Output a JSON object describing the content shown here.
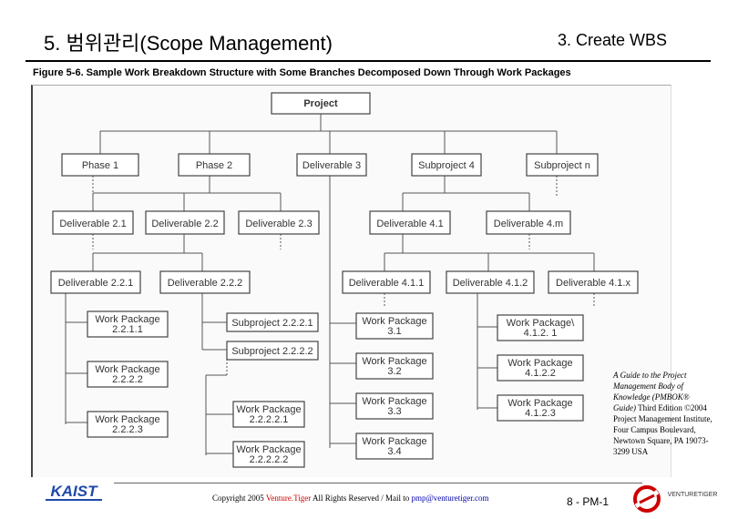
{
  "header": {
    "title_left": "5. 범위관리(Scope Management)",
    "title_right": "3. Create WBS",
    "figure_caption": "Figure 5-6. Sample Work Breakdown Structure with Some Branches Decomposed Down Through Work Packages"
  },
  "wbs": {
    "root": "Project",
    "phase_1": "Phase 1",
    "phase_2": "Phase 2",
    "deliverable_3": "Deliverable 3",
    "subproject_4": "Subproject 4",
    "subproject_n": "Subproject n",
    "deliverable_2_1": "Deliverable 2.1",
    "deliverable_2_2": "Deliverable 2.2",
    "deliverable_2_3": "Deliverable 2.3",
    "deliverable_4_1": "Deliverable 4.1",
    "deliverable_4_m": "Deliverable 4.m",
    "deliverable_2_2_1": "Deliverable 2.2.1",
    "deliverable_2_2_2": "Deliverable 2.2.2",
    "deliverable_4_1_1": "Deliverable 4.1.1",
    "deliverable_4_1_2": "Deliverable 4.1.2",
    "deliverable_4_1_x": "Deliverable 4.1.x",
    "work_package_label": "Work Package",
    "wp_2_2_1_1": "2.2.1.1",
    "wp_2_2_2_2": "2.2.2.2",
    "wp_2_2_2_3": "2.2.2.3",
    "subproject_2_2_2_1": "Subproject 2.2.2.1",
    "subproject_2_2_2_2": "Subproject 2.2.2.2",
    "wp_2_2_2_2_1": "2.2.2.2.1",
    "wp_2_2_2_2_2": "2.2.2.2.2",
    "wp_3_1": "3.1",
    "wp_3_2": "3.2",
    "wp_3_3": "3.3",
    "wp_3_4": "3.4",
    "work_package_label_backslash": "Work Package\\",
    "wp_4_1_2_1": "4.1.2. 1",
    "wp_4_1_2_2": "4.1.2.2",
    "wp_4_1_2_3": "4.1.2.3"
  },
  "source_note": {
    "title_italic": "A Guide to the Project Management Body of Knowledge (PMBOK® Guide)",
    "rest": "Third Edition ©2004 Project Management Institute, Four Campus Boulevard, Newtown Square, PA 19073-3299 USA"
  },
  "footer": {
    "kaist_logo_text": "KAIST",
    "copyright_prefix": "Copyright 2005 ",
    "copyright_brand": "Venture.Tiger",
    "copyright_middle": " All Rights Reserved / Mail to ",
    "copyright_mail": "pmp@venturetiger.com",
    "page_number": "8 - PM-1",
    "vt_logo_text": "VENTURETIGER"
  },
  "colors": {
    "kaist_blue": "#1f4aa8",
    "brand_red": "#cc0000",
    "mail_blue": "#0000aa"
  }
}
